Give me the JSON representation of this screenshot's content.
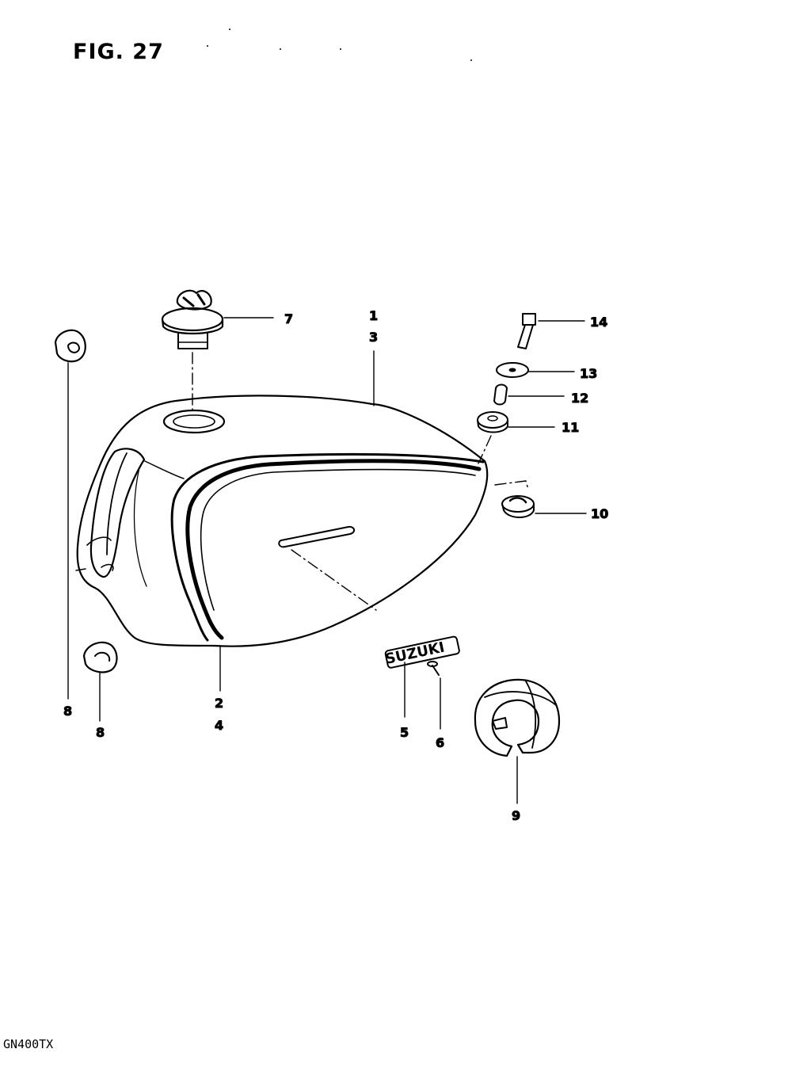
{
  "figure": {
    "title": "FIG. 27",
    "model_code": "GN400TX"
  },
  "callouts": [
    {
      "id": "c1",
      "label": "1"
    },
    {
      "id": "c3",
      "label": "3"
    },
    {
      "id": "c2",
      "label": "2"
    },
    {
      "id": "c4",
      "label": "4"
    },
    {
      "id": "c5",
      "label": "5"
    },
    {
      "id": "c6",
      "label": "6"
    },
    {
      "id": "c7",
      "label": "7"
    },
    {
      "id": "c8a",
      "label": "8"
    },
    {
      "id": "c8b",
      "label": "8"
    },
    {
      "id": "c9",
      "label": "9"
    },
    {
      "id": "c10",
      "label": "10"
    },
    {
      "id": "c11",
      "label": "11"
    },
    {
      "id": "c12",
      "label": "12"
    },
    {
      "id": "c13",
      "label": "13"
    },
    {
      "id": "c14",
      "label": "14"
    }
  ],
  "emblem_text": "SUZUKI",
  "colors": {
    "ink": "#000000",
    "paper": "#ffffff"
  }
}
